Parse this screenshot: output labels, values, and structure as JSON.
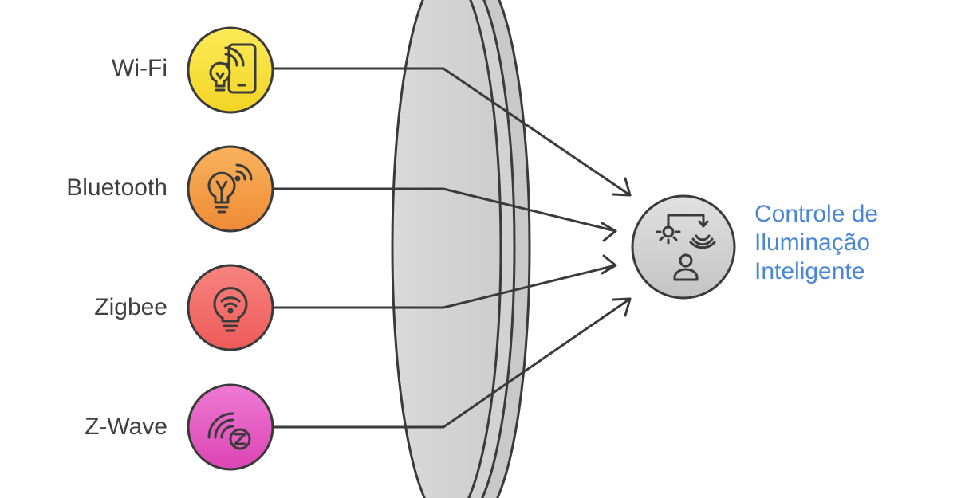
{
  "diagram": {
    "sources": [
      {
        "id": "wifi",
        "label": "Wi-Fi",
        "icon": "bulb-phone-wifi-icon",
        "color": "#f7e03c"
      },
      {
        "id": "bluetooth",
        "label": "Bluetooth",
        "icon": "bulb-signal-icon",
        "color": "#f4a04a"
      },
      {
        "id": "zigbee",
        "label": "Zigbee",
        "icon": "bulb-wifi-icon",
        "color": "#f36e6b"
      },
      {
        "id": "zwave",
        "label": "Z-Wave",
        "icon": "zwave-logo-icon",
        "color": "#e65bc4"
      }
    ],
    "target": {
      "lines": [
        "Controle de",
        "Iluminação",
        "Inteligente"
      ],
      "icon": "light-sensor-person-icon",
      "color": "#d4d4d4",
      "label_color": "#4a86d8"
    },
    "lens_color": "#d8d8d8",
    "stroke_color": "#3a3a3a"
  }
}
